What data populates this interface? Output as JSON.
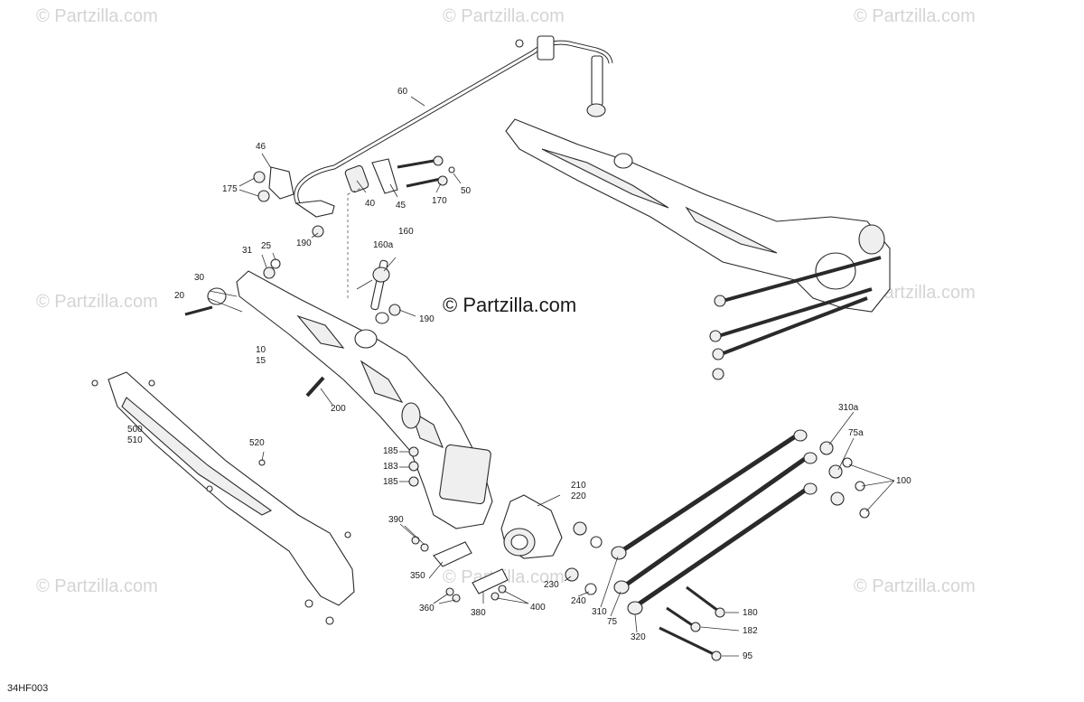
{
  "watermark": {
    "text": "© Partzilla.com",
    "center_text": "© Partzilla.com"
  },
  "figure_code": "34HF003",
  "callouts": {
    "c60": "60",
    "c46": "46",
    "c175": "175",
    "c40": "40",
    "c45": "45",
    "c170": "170",
    "c50": "50",
    "c190a": "190",
    "c160a": "160a",
    "c160": "160",
    "c190b": "190",
    "c31": "31",
    "c25": "25",
    "c30": "30",
    "c20": "20",
    "c10": "10",
    "c15": "15",
    "c200": "200",
    "c500": "500",
    "c510": "510",
    "c520": "520",
    "c185a": "185",
    "c183": "183",
    "c185b": "185",
    "c210": "210",
    "c220": "220",
    "c390": "390",
    "c350": "350",
    "c360": "360",
    "c380": "380",
    "c400": "400",
    "c230": "230",
    "c240": "240",
    "c310": "310",
    "c75": "75",
    "c320": "320",
    "c310a": "310a",
    "c75a": "75a",
    "c100": "100",
    "c180": "180",
    "c182": "182",
    "c95": "95"
  }
}
